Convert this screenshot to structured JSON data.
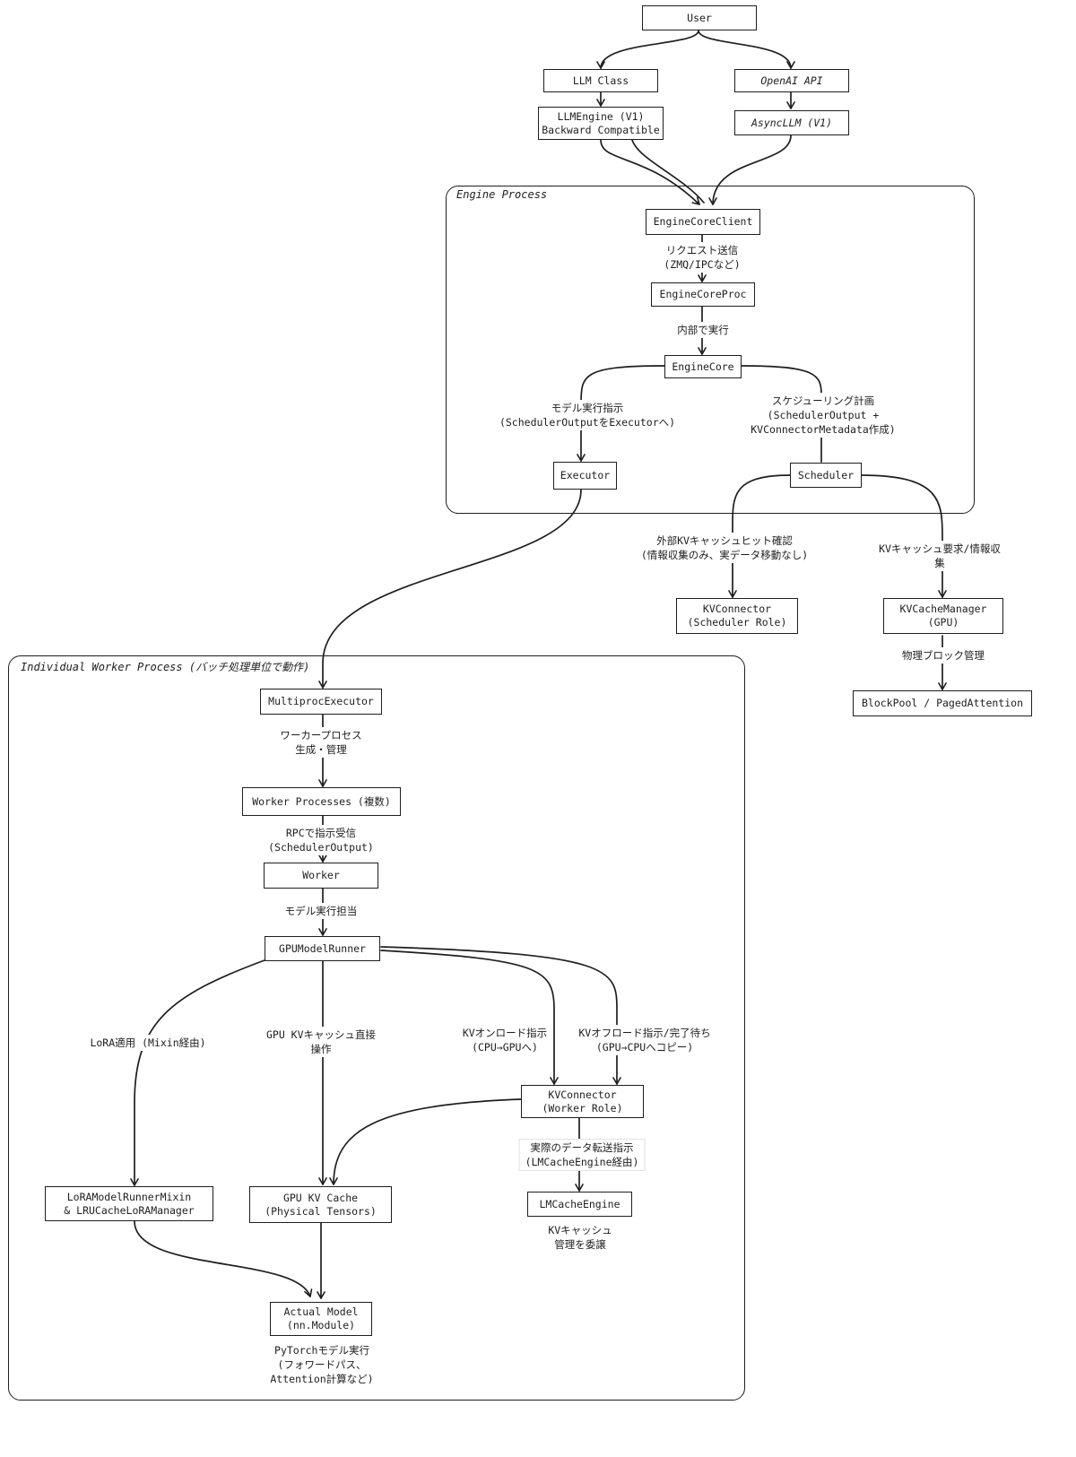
{
  "groups": {
    "engine_process": "Engine Process",
    "worker_process": "Individual Worker Process (バッチ処理単位で動作)"
  },
  "nodes": {
    "user": "User",
    "llm_class": "LLM Class",
    "openai_api": "OpenAI API",
    "llmengine": "LLMEngine (V1)\nBackward Compatible",
    "asyncllm": "AsyncLLM (V1)",
    "enginecoreclient": "EngineCoreClient",
    "enginecoreproc": "EngineCoreProc",
    "enginecore": "EngineCore",
    "executor": "Executor",
    "scheduler": "Scheduler",
    "kvconnector_scheduler": "KVConnector\n(Scheduler Role)",
    "kvcachemanager": "KVCacheManager\n(GPU)",
    "blockpool": "BlockPool / PagedAttention",
    "multiprocexecutor": "MultiprocExecutor",
    "worker_processes": "Worker Processes (複数)",
    "worker": "Worker",
    "gpumodelrunner": "GPUModelRunner",
    "kvconnector_worker": "KVConnector\n(Worker Role)",
    "lmcacheengine": "LMCacheEngine",
    "lora_mixin": "LoRAModelRunnerMixin\n& LRUCacheLoRAManager",
    "gpu_kv_cache": "GPU KV Cache\n(Physical Tensors)",
    "actual_model": "Actual Model\n(nn.Module)"
  },
  "edge_labels": {
    "request_send": "リクエスト送信\n(ZMQ/IPCなど)",
    "internal_exec": "内部で実行",
    "model_exec_instr": "モデル実行指示\n(SchedulerOutputをExecutorへ)",
    "scheduling_plan": "スケジューリング計画\n(SchedulerOutput +\nKVConnectorMetadata作成)",
    "external_kv_check": "外部KVキャッシュヒット確認\n(情報収集のみ、実データ移動なし)",
    "kv_cache_request": "KVキャッシュ要求/情報収集",
    "physical_block": "物理ブロック管理",
    "worker_spawn": "ワーカープロセス\n生成・管理",
    "rpc_receive": "RPCで指示受信\n(SchedulerOutput)",
    "model_exec_charge": "モデル実行担当",
    "lora_apply": "LoRA適用 (Mixin経由)",
    "gpu_kv_direct": "GPU KVキャッシュ直接\n操作",
    "kv_onload": "KVオンロード指示\n(CPU→GPUへ)",
    "kv_offload": "KVオフロード指示/完了待ち\n(GPU→CPUへコピー)",
    "data_transfer": "実際のデータ転送指示\n(LMCacheEngine経由)"
  },
  "notes": {
    "lmcache_note": "KVキャッシュ\n管理を委譲",
    "pytorch_note": "PyTorchモデル実行\n(フォワードパス、\nAttention計算など)"
  }
}
